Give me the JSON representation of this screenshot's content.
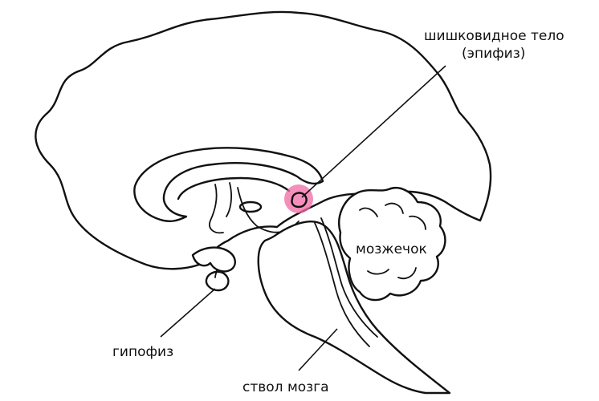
{
  "labels": {
    "pineal_line1": "шишковидное тело",
    "pineal_line2": "(эпифиз)",
    "cerebellum": "мозжечок",
    "pituitary": "гипофиз",
    "brainstem": "ствол мозга"
  },
  "colors": {
    "highlight": "#f06aa4",
    "outline": "#111111",
    "background": "#ffffff"
  }
}
